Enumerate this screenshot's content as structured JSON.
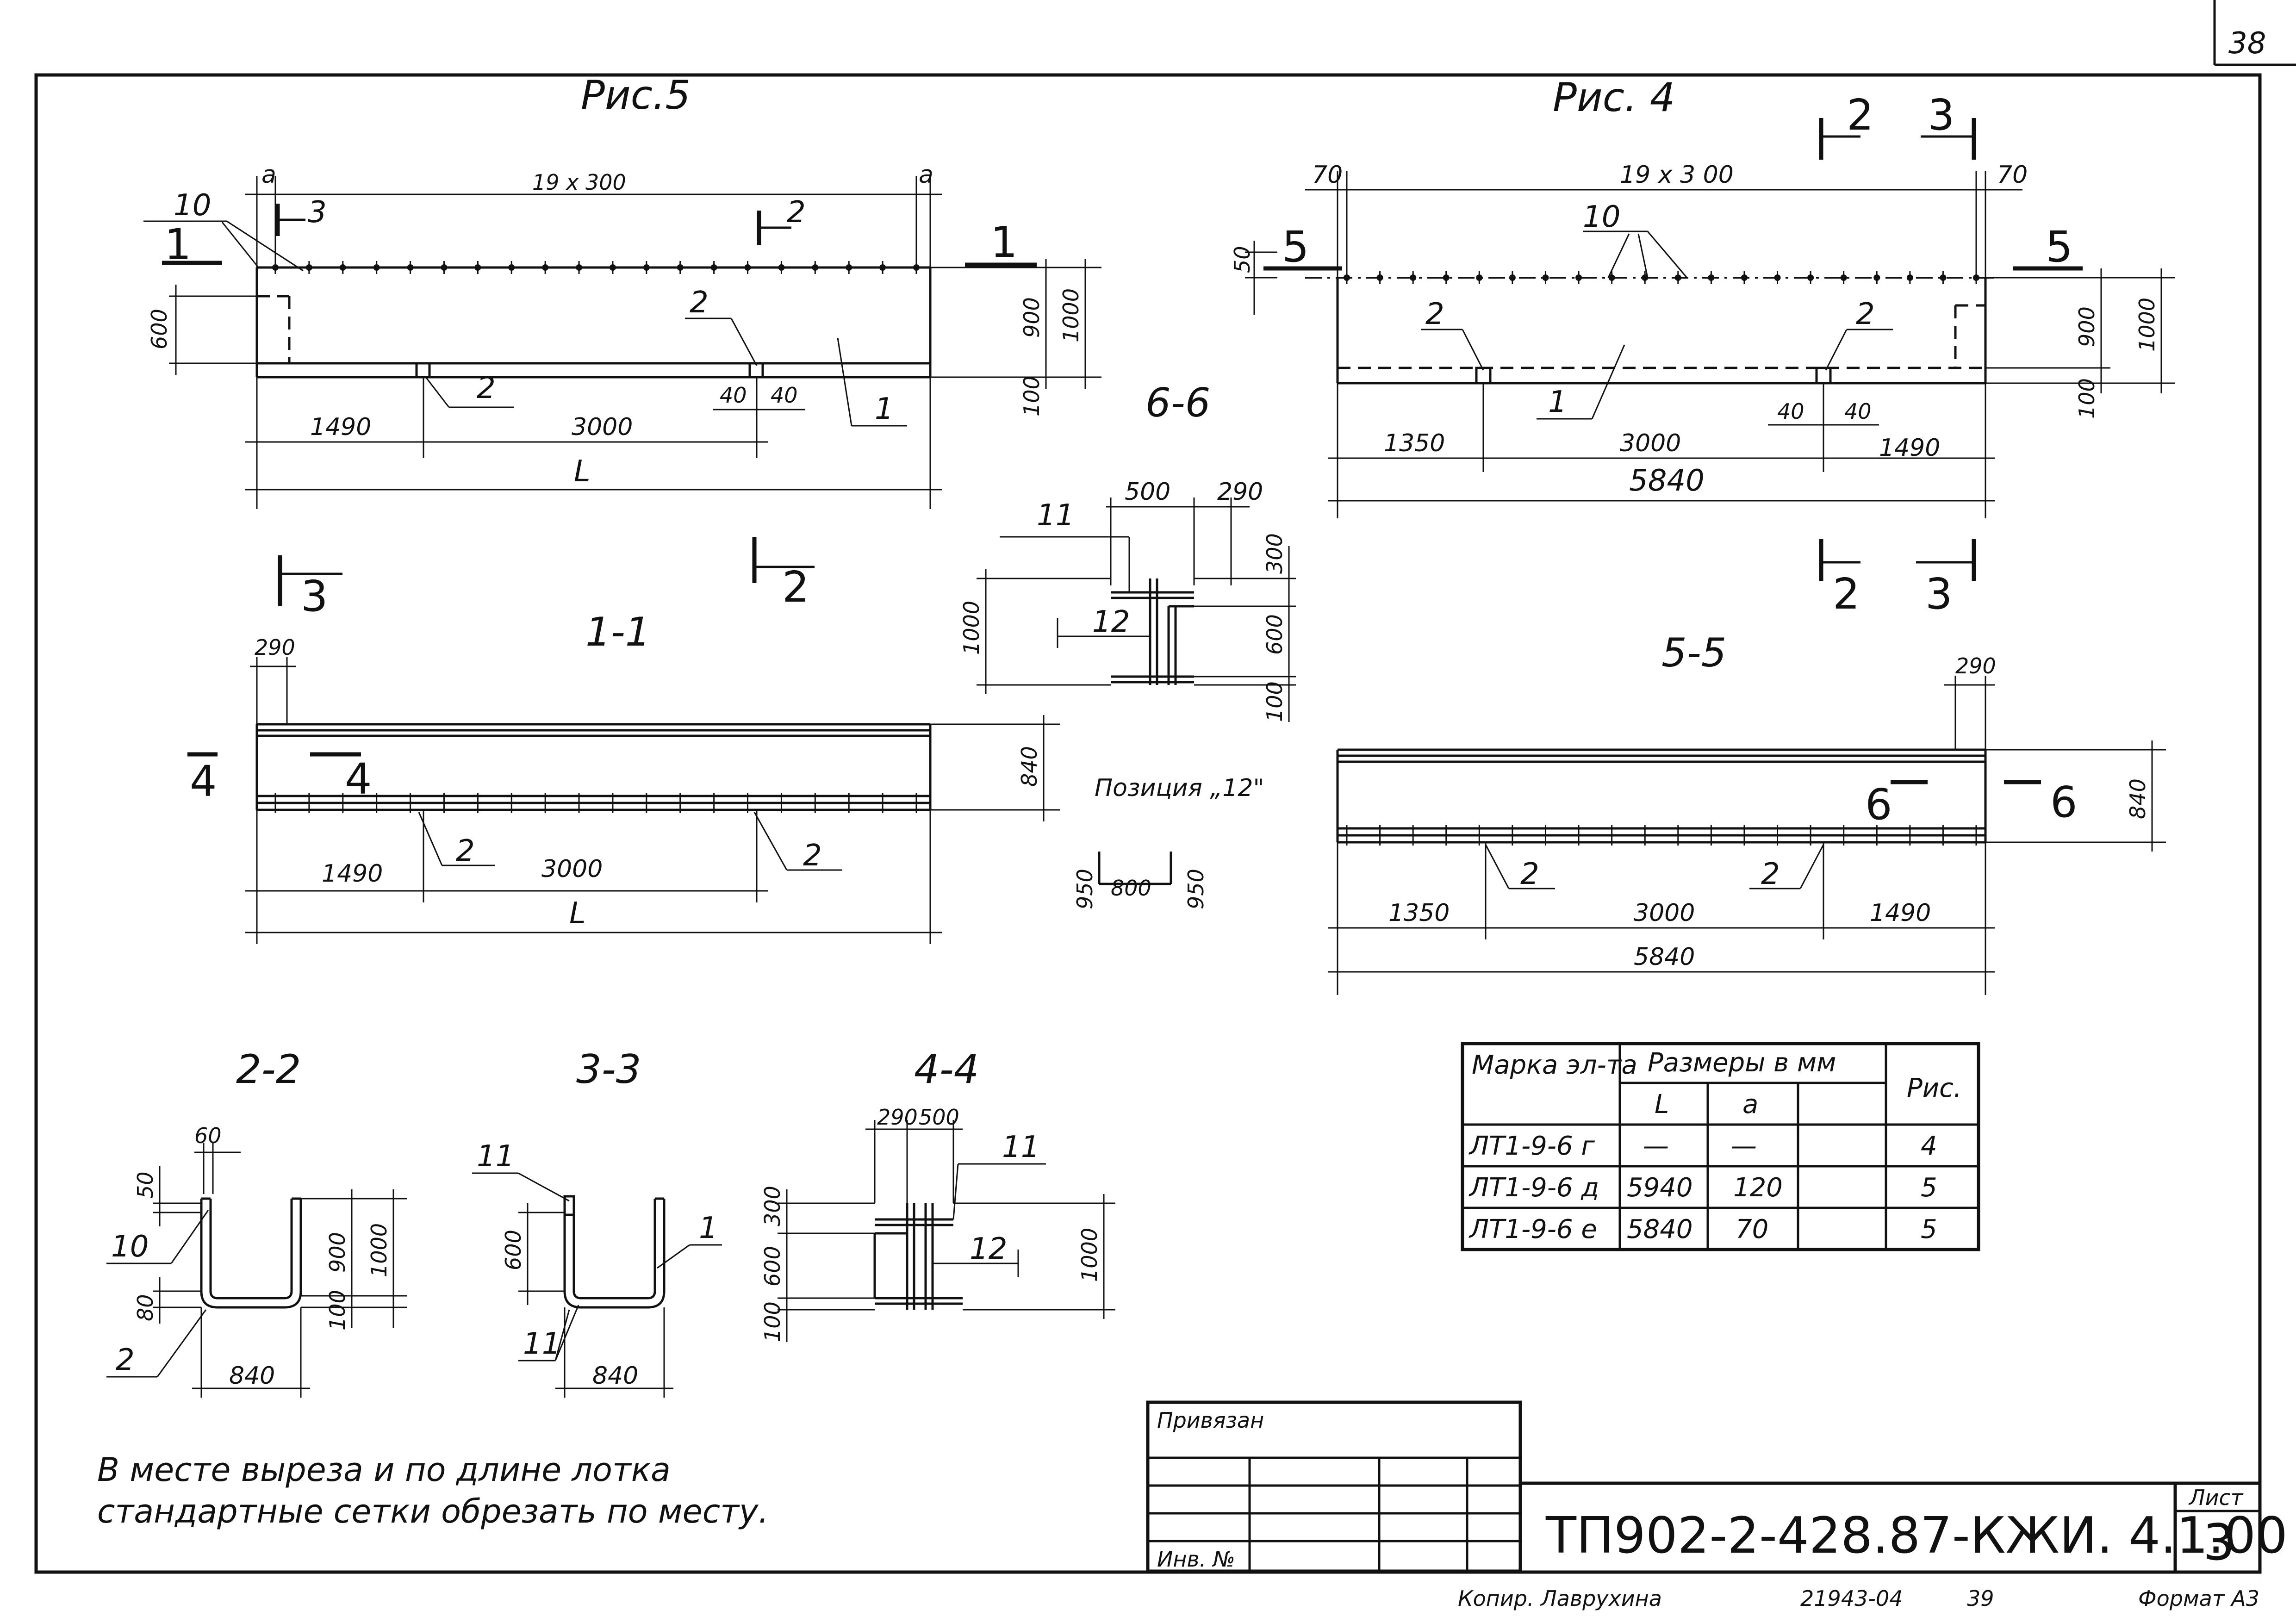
{
  "sheet_number": "38",
  "figures": {
    "fig5": {
      "title": "Рис.5",
      "top_dim": "19 х 300",
      "dim_a": "а",
      "dim_1490": "1490",
      "dim_3000": "3000",
      "dim_L": "L",
      "dim_600": "600",
      "dim_900": "900",
      "dim_1000": "1000",
      "dim_100": "100",
      "dim_40a": "40",
      "dim_40b": "40",
      "pos_10": "10",
      "pos_2": "2",
      "pos_1": "1",
      "cut_3": "3",
      "cut_2": "2",
      "cut_1": "1"
    },
    "fig4": {
      "title": "Рис. 4",
      "top_dim": "19 х 3 00",
      "dim_70": "70",
      "dim_50": "50",
      "dim_1350": "1350",
      "dim_3000": "3000",
      "dim_1490": "1490",
      "dim_5840": "5840",
      "dim_900": "900",
      "dim_1000": "1000",
      "dim_100": "100",
      "dim_40": "40",
      "pos_10": "10",
      "pos_2": "2",
      "pos_1": "1",
      "cut_5": "5",
      "cut_2": "2",
      "cut_3": "3"
    },
    "sec11": {
      "title": "1-1",
      "dim_290": "290",
      "dim_840": "840",
      "dim_1490": "1490",
      "dim_3000": "3000",
      "dim_L": "L",
      "pos_2": "2",
      "cut_4": "4"
    },
    "sec55": {
      "title": "5-5",
      "dim_290": "290",
      "dim_840": "840",
      "dim_1350": "1350",
      "dim_3000": "3000",
      "dim_1490": "1490",
      "dim_5840": "5840",
      "pos_2": "2",
      "cut_6": "6"
    },
    "sec66": {
      "title": "6-6",
      "dim_500": "500",
      "dim_290": "290",
      "dim_300": "300",
      "dim_600": "600",
      "dim_100": "100",
      "dim_1000": "1000",
      "pos_11": "11",
      "pos_12": "12"
    },
    "pos12": {
      "title": "Позиция „12\"",
      "dim_950a": "950",
      "dim_800": "800",
      "dim_950b": "950"
    },
    "sec22": {
      "title": "2-2",
      "dim_60": "60",
      "dim_50": "50",
      "dim_80": "80",
      "dim_900": "900",
      "dim_1000": "1000",
      "dim_100": "100",
      "dim_840": "840",
      "pos_10": "10",
      "pos_2": "2"
    },
    "sec33": {
      "title": "3-3",
      "dim_600": "600",
      "dim_840": "840",
      "pos_11a": "11",
      "pos_11b": "11",
      "pos_1": "1"
    },
    "sec44": {
      "title": "4-4",
      "dim_290": "290",
      "dim_500": "500",
      "dim_300": "300",
      "dim_600": "600",
      "dim_100": "100",
      "dim_1000": "1000",
      "pos_11": "11",
      "pos_12": "12"
    }
  },
  "table": {
    "headers": {
      "mark": "Марка эл-та",
      "sizes": "Размеры в мм",
      "L": "L",
      "a": "а",
      "fig": "Рис."
    },
    "rows": [
      {
        "mark": "ЛТ1-9-6 г",
        "L": "—",
        "a": "—",
        "fig": "4"
      },
      {
        "mark": "ЛТ1-9-6 д",
        "L": "5940",
        "a": "120",
        "fig": "5"
      },
      {
        "mark": "ЛТ1-9-6 е",
        "L": "5840",
        "a": "70",
        "fig": "5"
      }
    ]
  },
  "note": {
    "line1": "В месте выреза и по длине лотка",
    "line2": "стандартные сетки обрезать по месту."
  },
  "stamp": {
    "bound_label": "Привязан",
    "inv_label": "Инв. №",
    "doc_code": "ТП902-2-428.87-КЖИ. 4.1.00",
    "sheet_label": "Лист",
    "sheet_no": "3"
  },
  "footer": {
    "copier": "Копир. Лаврухина",
    "order": "21943-04",
    "page": "39",
    "format": "Формат А3"
  }
}
